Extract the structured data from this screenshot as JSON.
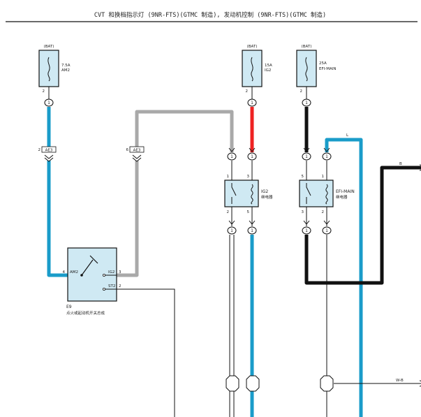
{
  "title": "CVT 和换档指示灯 (9NR-FTS)(GTMC 制造), 发动机控制 (9NR-FTS)(GTMC 制造)",
  "colors": {
    "blue": "#1a9cc9",
    "red": "#ee2222",
    "black": "#111111",
    "gray": "#a9a9a9",
    "component_fill": "#cfe9f3"
  },
  "fuses": [
    {
      "id": "am2",
      "source": "(BAT)",
      "rating": "7.5A",
      "name": "AM2",
      "pin": "2",
      "connector": "1"
    },
    {
      "id": "ig2",
      "source": "(BAT)",
      "rating": "15A",
      "name": "IG2",
      "pin": "2",
      "connector": "1"
    },
    {
      "id": "efi",
      "source": "(BAT)",
      "rating": "25A",
      "name": "EFI-MAIN",
      "pin": "2",
      "connector": "1"
    }
  ],
  "junctions": [
    {
      "id": "ae3-left",
      "pin": "2",
      "label": "AE3"
    },
    {
      "id": "ae3-right",
      "pin": "6",
      "label": "AE3"
    }
  ],
  "relays": [
    {
      "id": "ig2-relay",
      "name": "IG2",
      "desc": "继电器",
      "pins_top": [
        "1",
        "3"
      ],
      "pins_bottom": [
        "2",
        "5"
      ]
    },
    {
      "id": "efi-relay",
      "name": "EFI-MAIN",
      "desc": "继电器",
      "pins_top": [
        "5",
        "1"
      ],
      "pins_bottom": [
        "3",
        "2"
      ]
    }
  ],
  "connector_label": "1",
  "switch": {
    "code": "E9",
    "desc": "点火或起动机开关总成",
    "terminals": [
      {
        "pin": "4",
        "name": "AM2"
      },
      {
        "pin": "3",
        "name": "IG2"
      },
      {
        "pin": "2",
        "name": "ST2"
      }
    ]
  },
  "wire_labels": {
    "wire_l": "L",
    "wire_b": "B",
    "wire_wb": "W-B"
  }
}
